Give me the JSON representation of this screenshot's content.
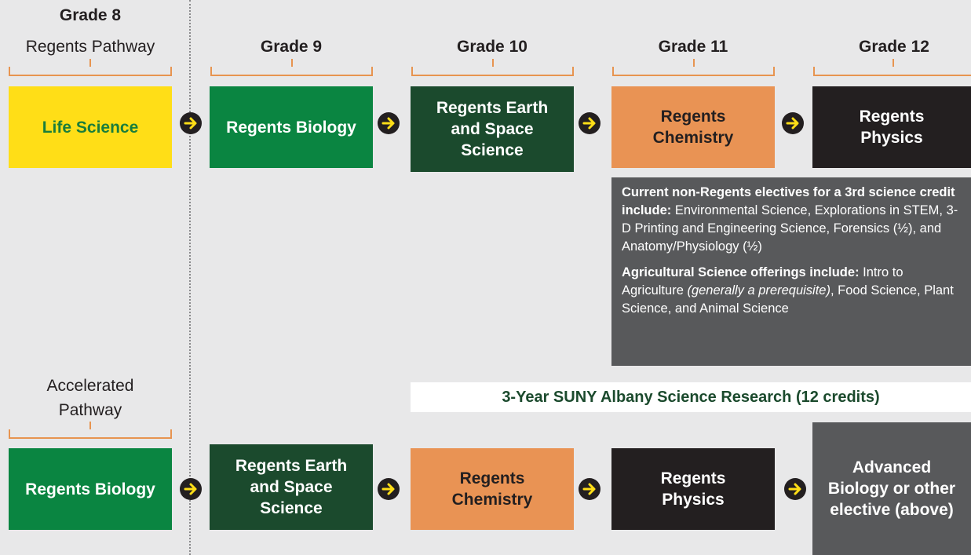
{
  "regents": {
    "grade8_header": "Grade 8",
    "grade8_sub": "Regents Pathway",
    "headers": [
      "Grade 9",
      "Grade 10",
      "Grade 11",
      "Grade 12"
    ],
    "boxes": [
      "Life Science",
      "Regents Biology",
      "Regents Earth and Space Science",
      "Regents Chemistry",
      "Regents Physics"
    ]
  },
  "electives": {
    "p1_lead": "Current non-Regents electives for a 3rd science credit include:",
    "p1_body": " Environmental Science, Explorations in STEM, 3-D Printing and Engineering Science, Forensics (½), and Anatomy/Physiology (½)",
    "p2_lead": "Agricultural Science offerings include:",
    "p2_body_a": " Intro to Agriculture ",
    "p2_italic": "(generally a prerequisite)",
    "p2_body_b": ", Food Science, Plant Science, and Animal Science"
  },
  "research": {
    "label": "3-Year SUNY Albany Science Research (12 credits)"
  },
  "accelerated": {
    "header": "Accelerated Pathway",
    "boxes": [
      "Regents Biology",
      "Regents Earth and Space Science",
      "Regents Chemistry",
      "Regents Physics",
      "Advanced Biology or other elective (above)"
    ]
  },
  "colors": {
    "yellow": "#ffde17",
    "green": "#0a8541",
    "dark_green": "#1b4a2d",
    "orange": "#e99354",
    "black": "#231f20",
    "grey": "#58595b",
    "arrow_yellow": "#ffde17",
    "bracket_orange": "#e79450"
  },
  "icons": {
    "arrow": "right-arrow-circle-icon"
  }
}
